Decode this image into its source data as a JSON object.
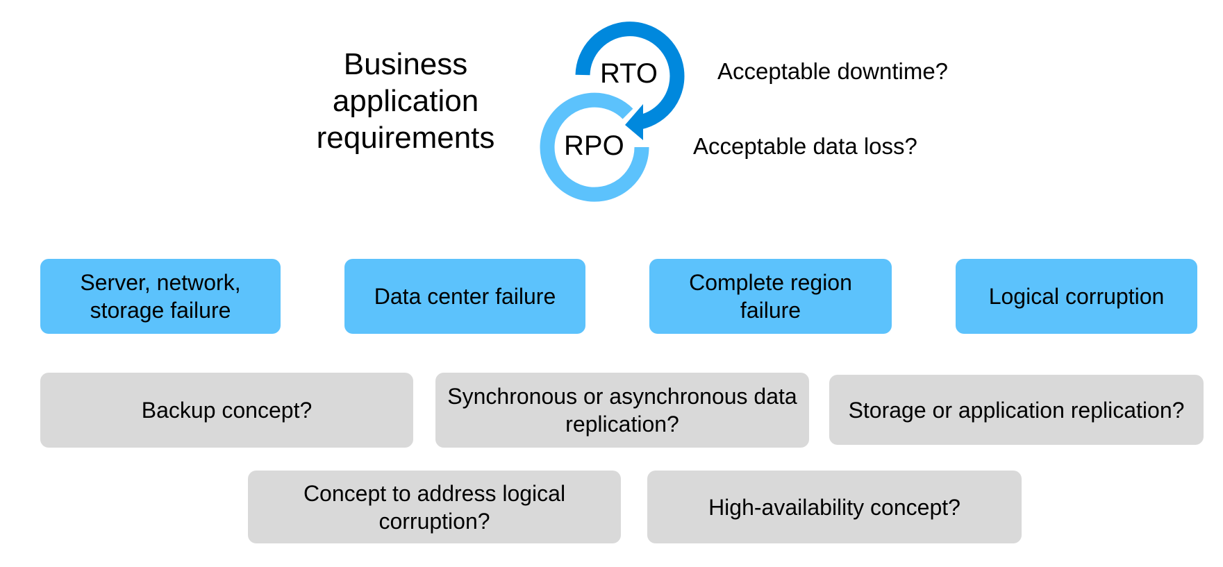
{
  "title": "Business application requirements",
  "rto": {
    "label": "RTO",
    "question": "Acceptable downtime?"
  },
  "rpo": {
    "label": "RPO",
    "question": "Acceptable data loss?"
  },
  "failures": [
    "Server, network, storage failure",
    "Data center failure",
    "Complete region failure",
    "Logical corruption"
  ],
  "concepts": [
    "Backup concept?",
    "Synchronous or asynchronous data replication?",
    "Storage or application replication?",
    "Concept to address logical corruption?",
    "High-availability concept?"
  ],
  "colors": {
    "rto": "#0088dd",
    "rpo": "#5cc2fc",
    "failure": "#5cc2fc",
    "concept": "#d9d9d9"
  }
}
